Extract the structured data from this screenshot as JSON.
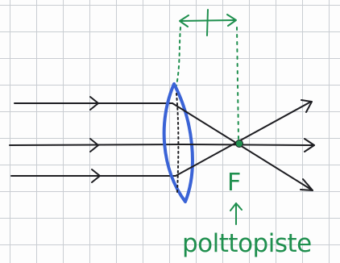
{
  "labels": {
    "focal_point": "F",
    "caption": "polttopiste"
  },
  "colors": {
    "rays": "#1e1e22",
    "lens": "#3a63d6",
    "annotation": "#1f8f4e",
    "grid": "#c9cdd2"
  },
  "icons": [
    "lens-shape",
    "arrowhead",
    "up-arrow"
  ]
}
